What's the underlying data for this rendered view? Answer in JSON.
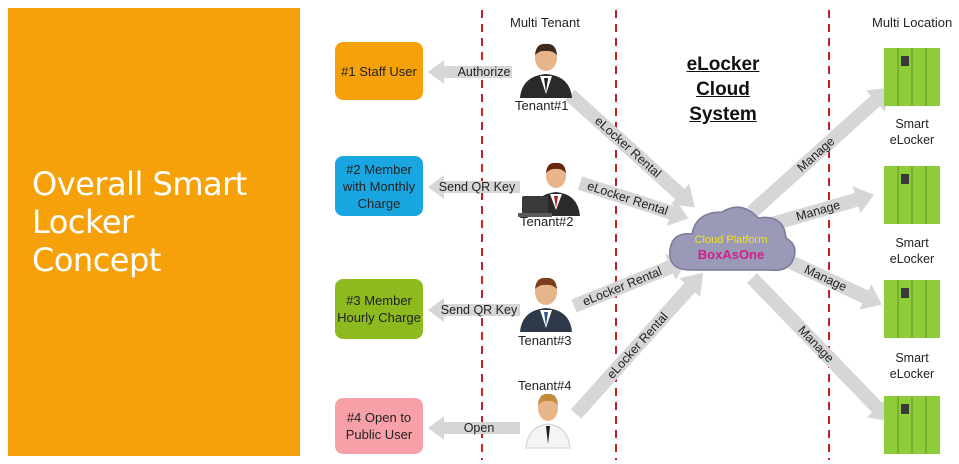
{
  "left_title": "Overall Smart\nLocker\nConcept",
  "headers": {
    "multi_tenant": "Multi Tenant",
    "multi_location": "Multi Location"
  },
  "cloud_system": "eLocker Cloud System",
  "cloud": {
    "label": "Cloud Platform",
    "brand": "BoxAsOne"
  },
  "users": [
    {
      "label": "#1 Staff User",
      "color": "#f7a10a"
    },
    {
      "label": "#2 Member with Monthly Charge",
      "color": "#1aa6e0"
    },
    {
      "label": "#3 Member Hourly Charge",
      "color": "#8cba1f"
    },
    {
      "label": "#4 Open to Public User",
      "color": "#f7a0a8"
    }
  ],
  "tenants": [
    "Tenant#1",
    "Tenant#2",
    "Tenant#3",
    "Tenant#4"
  ],
  "user_arrows": [
    "Authorize",
    "Send QR Key",
    "Send QR Key",
    "Open"
  ],
  "rental_label": "eLocker Rental",
  "manage_label": "Manage",
  "locker_label": "Smart eLocker"
}
